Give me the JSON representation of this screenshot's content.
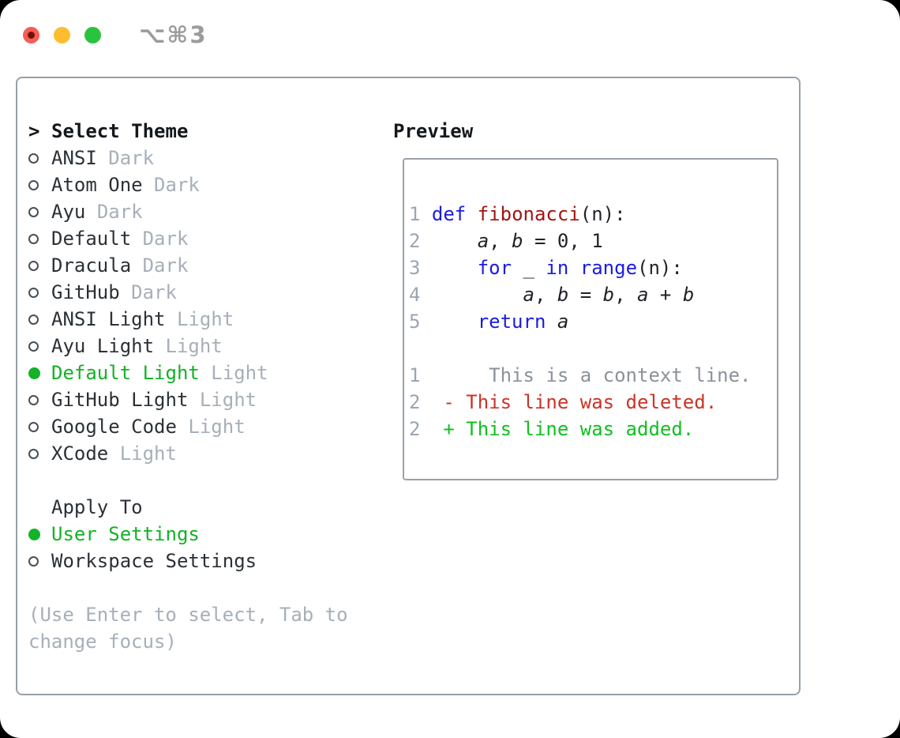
{
  "titlebar": {
    "shortcut": "⌥⌘3",
    "lights": [
      "close",
      "minimize",
      "zoom"
    ]
  },
  "colors": {
    "selected_green": "#13b227",
    "added_green": "#10c020",
    "deleted_red": "#cc3326",
    "keyword_blue": "#1b1be0",
    "function_red": "#a31515",
    "dim_gray": "#a7afb9",
    "line_number_gray": "#9ba5b4",
    "traffic_red": "#f85c54",
    "traffic_yellow": "#fdbd2e",
    "traffic_green": "#2ac33f",
    "border_gray": "#98a0a8"
  },
  "panel": {
    "select_theme": {
      "cursor": ">",
      "header": "Select Theme"
    },
    "themes": [
      {
        "name": "ANSI",
        "tag": "Dark",
        "selected": false
      },
      {
        "name": "Atom One",
        "tag": "Dark",
        "selected": false
      },
      {
        "name": "Ayu",
        "tag": "Dark",
        "selected": false
      },
      {
        "name": "Default",
        "tag": "Dark",
        "selected": false
      },
      {
        "name": "Dracula",
        "tag": "Dark",
        "selected": false
      },
      {
        "name": "GitHub",
        "tag": "Dark",
        "selected": false
      },
      {
        "name": "ANSI Light",
        "tag": "Light",
        "selected": false
      },
      {
        "name": "Ayu Light",
        "tag": "Light",
        "selected": false
      },
      {
        "name": "Default Light",
        "tag": "Light",
        "selected": true
      },
      {
        "name": "GitHub Light",
        "tag": "Light",
        "selected": false
      },
      {
        "name": "Google Code",
        "tag": "Light",
        "selected": false
      },
      {
        "name": "XCode",
        "tag": "Light",
        "selected": false
      }
    ],
    "apply_to": {
      "header": "Apply To",
      "options": [
        {
          "label": "User Settings",
          "selected": true
        },
        {
          "label": "Workspace Settings",
          "selected": false
        }
      ]
    },
    "help_lines": [
      "(Use Enter to select, Tab to",
      "change focus)"
    ]
  },
  "preview": {
    "title": "Preview",
    "lines": [
      {
        "n": "1",
        "tokens": [
          [
            " ",
            ""
          ],
          [
            "def",
            "kw"
          ],
          [
            " ",
            ""
          ],
          [
            "fibonacci",
            "fn"
          ],
          [
            "(n):",
            ""
          ]
        ]
      },
      {
        "n": "2",
        "tokens": [
          [
            "     ",
            ""
          ],
          [
            "a",
            "var"
          ],
          [
            ", ",
            ""
          ],
          [
            "b",
            "var"
          ],
          [
            " = 0, 1",
            ""
          ]
        ]
      },
      {
        "n": "3",
        "tokens": [
          [
            "     ",
            ""
          ],
          [
            "for",
            "kw"
          ],
          [
            " _ ",
            ""
          ],
          [
            "in",
            "kw"
          ],
          [
            " ",
            ""
          ],
          [
            "range",
            "kw"
          ],
          [
            "(n):",
            ""
          ]
        ]
      },
      {
        "n": "4",
        "tokens": [
          [
            "         ",
            ""
          ],
          [
            "a",
            "var"
          ],
          [
            ", ",
            ""
          ],
          [
            "b",
            "var"
          ],
          [
            " = ",
            ""
          ],
          [
            "b",
            "var"
          ],
          [
            ", ",
            ""
          ],
          [
            "a",
            "var"
          ],
          [
            " + ",
            ""
          ],
          [
            "b",
            "var"
          ]
        ]
      },
      {
        "n": "5",
        "tokens": [
          [
            "     ",
            ""
          ],
          [
            "return",
            "kw"
          ],
          [
            " ",
            ""
          ],
          [
            "a",
            "var"
          ]
        ]
      },
      {
        "n": "",
        "tokens": []
      },
      {
        "n": "1",
        "tokens": [
          [
            "      ",
            ""
          ],
          [
            "This is a context line.",
            "ctx"
          ]
        ]
      },
      {
        "n": "2",
        "tokens": [
          [
            "  ",
            ""
          ],
          [
            "- This line was deleted.",
            "del"
          ]
        ]
      },
      {
        "n": "2",
        "tokens": [
          [
            "  ",
            ""
          ],
          [
            "+ This line was added.",
            "add"
          ]
        ]
      }
    ]
  }
}
